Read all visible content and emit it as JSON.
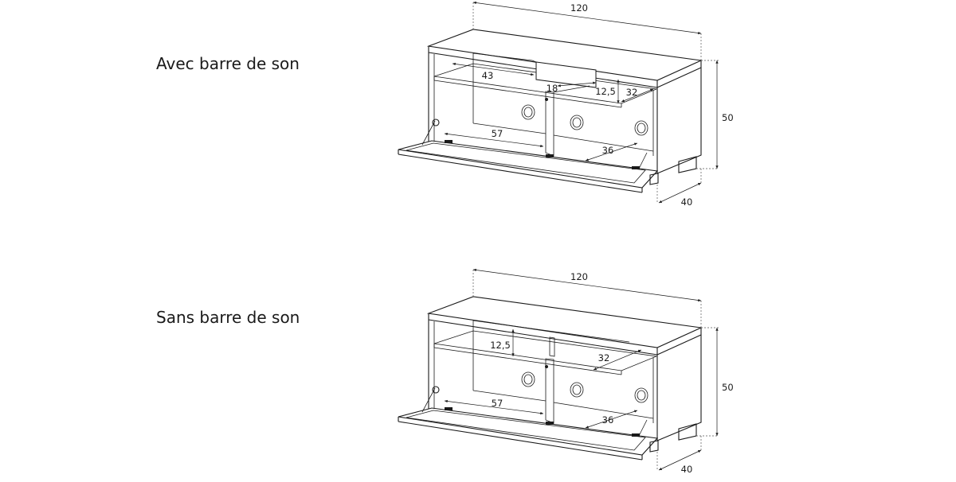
{
  "captions": {
    "top": "Avec barre de son",
    "bottom": "Sans barre de son"
  },
  "top_dims": {
    "width": "120",
    "height": "50",
    "depth": "40",
    "shelf_left": "43",
    "soundbar_gap": "18",
    "shelf_height": "12,5",
    "shelf_right": "32",
    "bottom_left": "57",
    "bottom_right": "36"
  },
  "bottom_dims": {
    "width": "120",
    "height": "50",
    "depth": "40",
    "shelf_height": "12,5",
    "shelf_right": "32",
    "bottom_left": "57",
    "bottom_right": "36"
  }
}
